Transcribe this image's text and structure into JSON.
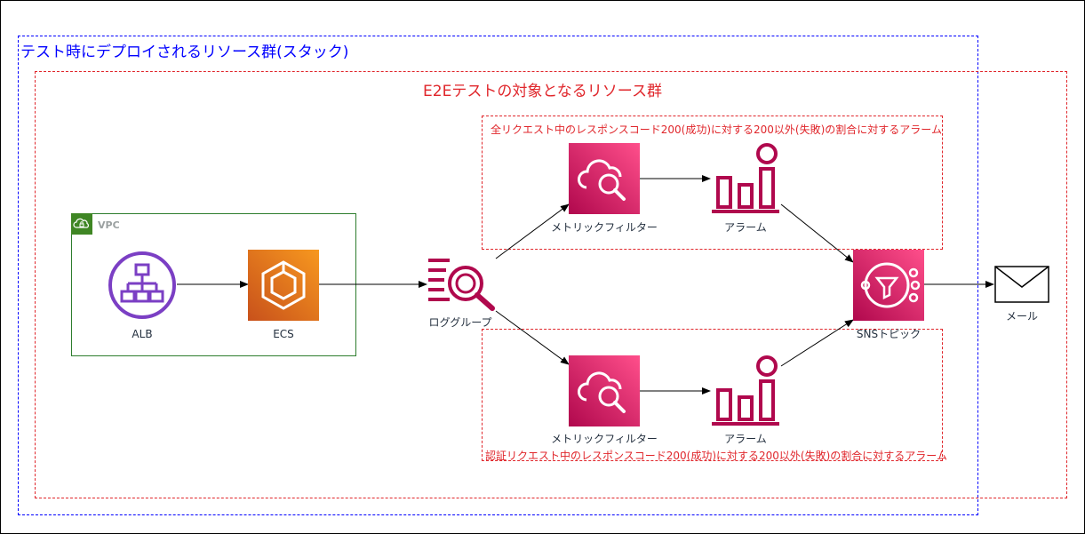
{
  "stack_title": "テスト時にデプロイされるリソース群(スタック)",
  "e2e_title": "E2Eテストの対象となるリソース群",
  "alarm_group_top": "全リクエスト中のレスポンスコード200(成功)に対する200以外(失敗)の割合に対するアラーム",
  "alarm_group_bottom": "認証リクエスト中のレスポンスコード200(成功)に対する200以外(失敗)の割合に対するアラーム",
  "vpc_label": "VPC",
  "nodes": {
    "alb": "ALB",
    "ecs": "ECS",
    "log_group": "ロググループ",
    "metric_filter_top": "メトリックフィルター",
    "alarm_top": "アラーム",
    "metric_filter_bottom": "メトリックフィルター",
    "alarm_bottom": "アラーム",
    "sns_topic": "SNSトピック",
    "mail": "メール"
  },
  "colors": {
    "stack_border": "#0000ff",
    "e2e_border": "#e0262b",
    "vpc_border": "#2d7d2d",
    "alb_icon": "#7b3fc4",
    "ecs_icon": "#e8780f",
    "cloudwatch_icon": "#c7185a",
    "alarm_icon": "#b0084d"
  }
}
